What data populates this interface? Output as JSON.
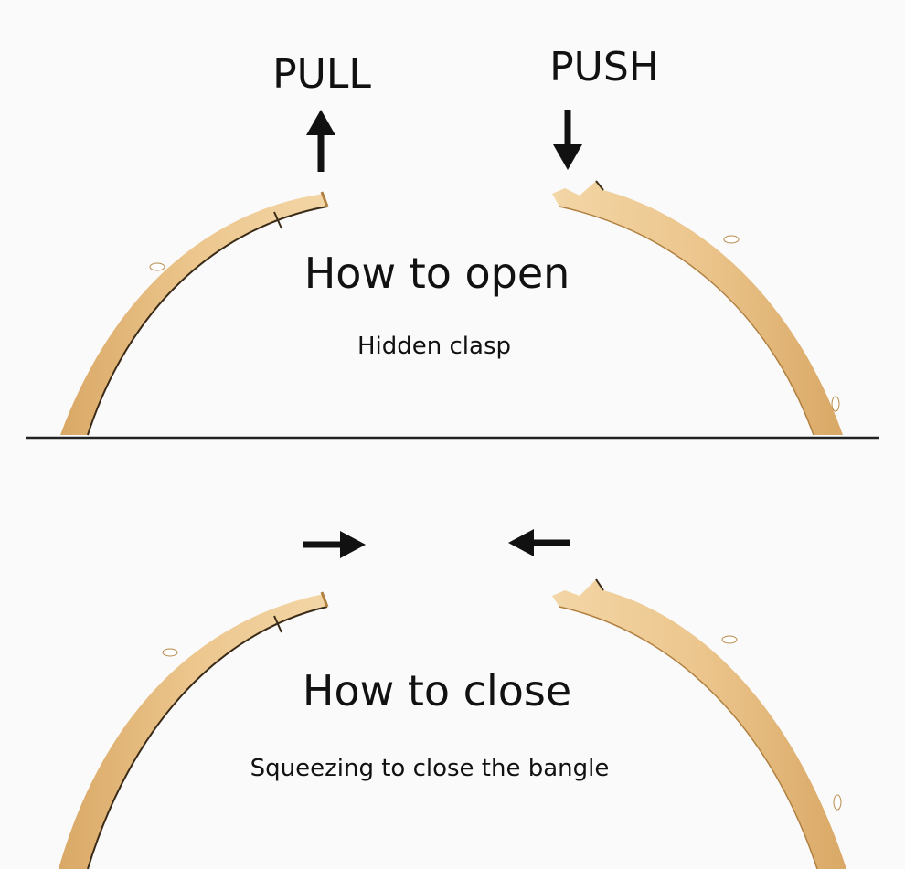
{
  "open_section": {
    "pull_label": "PULL",
    "push_label": "PUSH",
    "title": "How to open",
    "subtitle": "Hidden clasp"
  },
  "close_section": {
    "title": "How to close",
    "subtitle": "Squeezing to close the bangle"
  },
  "colors": {
    "background": "#fafafa",
    "bangle_gold": "#e9c083",
    "bangle_highlight": "#f6dcaa",
    "bangle_inner_dark": "#3a2a18",
    "text": "#111111",
    "divider": "#222222"
  }
}
